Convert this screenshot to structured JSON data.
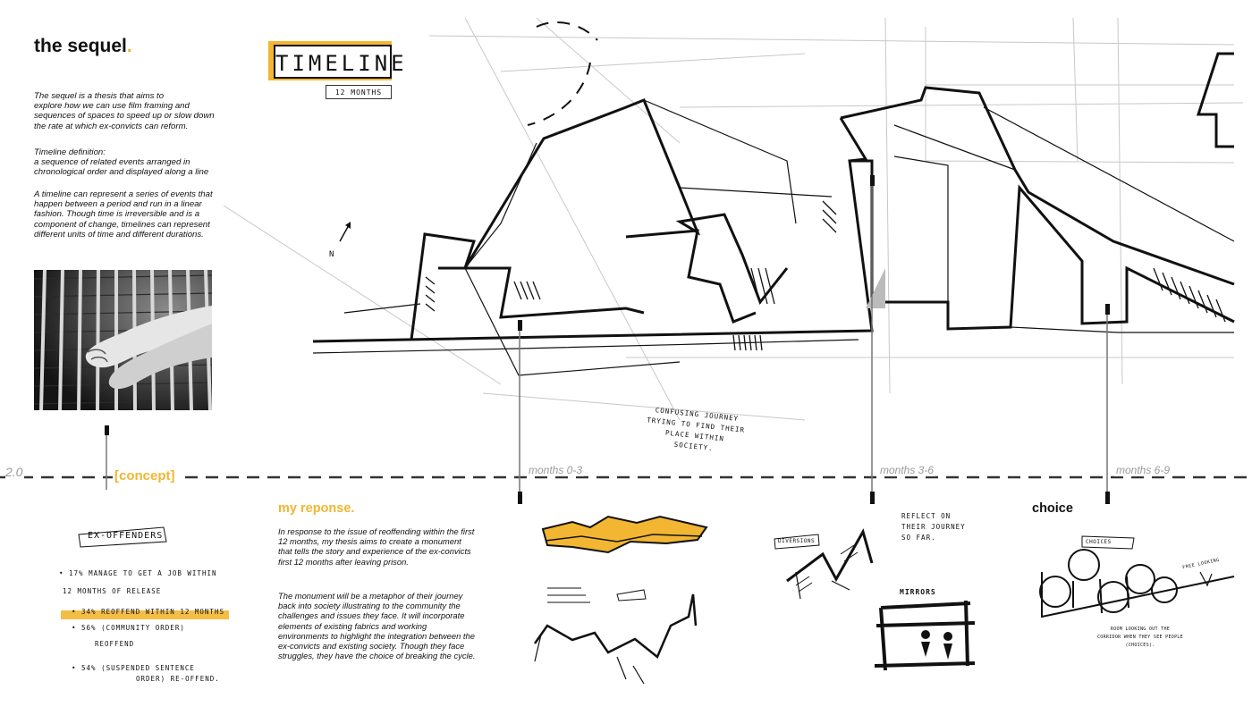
{
  "header": {
    "title": "the sequel",
    "title_dot": "."
  },
  "intro": {
    "para1": "The sequel is a thesis that aims to\nexplore how we can use film framing and\nsequences of spaces to speed up or slow down\nthe rate at which ex-convicts can reform.",
    "para2": "Timeline definition:\na sequence of related events arranged in\nchronological order and displayed along a line",
    "para3": "A timeline can represent a series of events that\nhappen between a period and run in a linear\nfashion. Though time is irreversible and is a\ncomponent of change, timelines can represent\ndifferent units of time and different durations."
  },
  "sketch": {
    "timeline_label": "TIMELINE",
    "months_label": "12 MONTHS",
    "note_confusing": "confusing journey\ntrying to find their\nplace within\nsociety.",
    "north_label": "N"
  },
  "timeline": {
    "section_number": "2.0",
    "concept_label": "[concept]",
    "months": [
      "months 0-3",
      "months 3-6",
      "months 6-9"
    ]
  },
  "concept_notes": {
    "heading": "EX-OFFENDERS",
    "item1": "17% manage to get a job within",
    "item1b": "12 months of release",
    "item2": "34% reoffend within 12 months",
    "item3": "56% (community order)",
    "item3b": "reoffend",
    "item4": "54% (suspended sentence",
    "item4b": "order) re-offend."
  },
  "response": {
    "title": "my reponse.",
    "para1": "In response to the issue of reoffending within the first 12 months, my thesis aims to create a monument that tells the story and experience of the ex-convicts first 12 months after leaving prison.",
    "para2": "The monument will be a metaphor of their journey back into society illustrating to the community the challenges and issues they face. It will incorporate elements of existing fabrics and working environments to highlight the integration between the ex-convicts and existing society. Though they face struggles, they have the choice of breaking the cycle."
  },
  "sketch_notes": {
    "diversions": "DIVERSIONS",
    "reflect": "reflect on\ntheir journey\nso far.",
    "mirrors": "MIRRORS",
    "choices": "CHOICES",
    "free_label": "free looking",
    "looking_out": "room looking out the\ncorridor when they see people\n(choices)."
  },
  "choice": {
    "title": "choice"
  },
  "colors": {
    "accent": "#f2b632",
    "ink": "#111111",
    "muted": "#9a9a9a"
  }
}
